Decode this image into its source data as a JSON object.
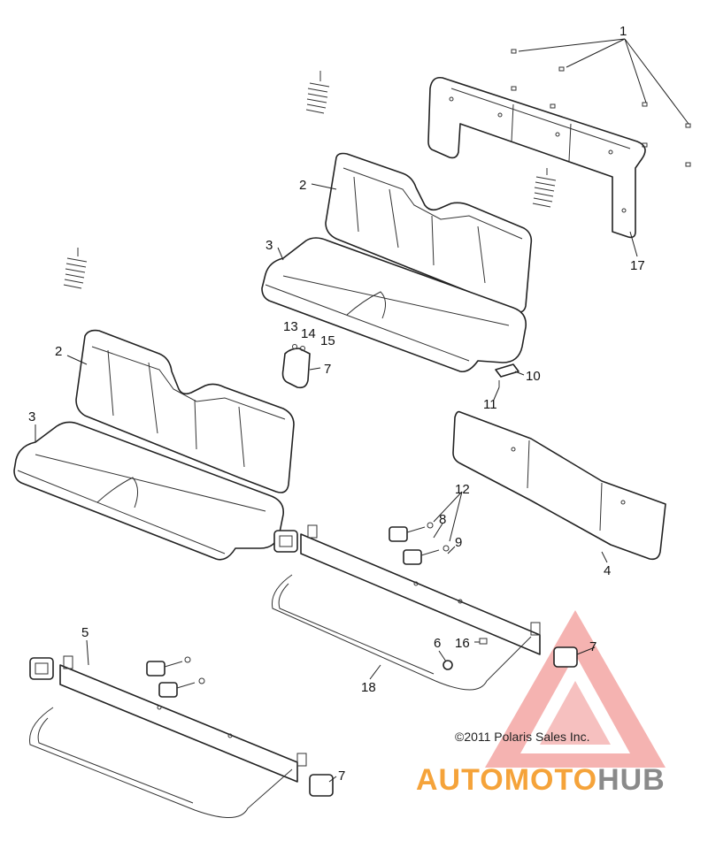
{
  "diagram": {
    "callouts": [
      "1",
      "17",
      "2",
      "3",
      "13",
      "14",
      "15",
      "7",
      "10",
      "11",
      "2",
      "3",
      "12",
      "8",
      "9",
      "4",
      "5",
      "6",
      "16",
      "7",
      "18",
      "7"
    ],
    "copyright": "©2011 Polaris Sales Inc.",
    "watermark": {
      "part1": "AUTOMOTO",
      "part2": "HUB",
      "color_orange": "#f5a33a",
      "color_gray": "#8a8a8a",
      "triangle_color": "#e53935"
    }
  }
}
